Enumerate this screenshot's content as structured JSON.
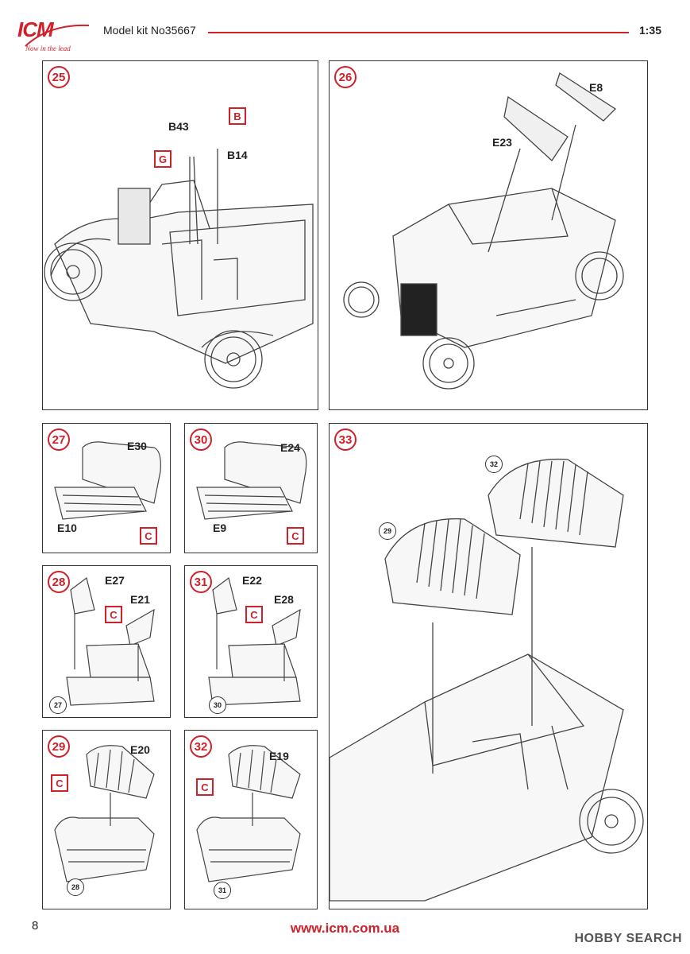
{
  "header": {
    "logo_text": "ICM",
    "logo_tagline": "Now in the lead",
    "kit_title": "Model kit No35667",
    "scale": "1:35"
  },
  "steps": {
    "s25": {
      "number": "25",
      "parts": [
        "B43",
        "B14"
      ],
      "tags": [
        "B",
        "G"
      ]
    },
    "s26": {
      "number": "26",
      "parts": [
        "E8",
        "E23"
      ]
    },
    "s27": {
      "number": "27",
      "parts": [
        "E30",
        "E10"
      ],
      "tags": [
        "C"
      ]
    },
    "s30": {
      "number": "30",
      "parts": [
        "E24",
        "E9"
      ],
      "tags": [
        "C"
      ]
    },
    "s28": {
      "number": "28",
      "parts": [
        "E27",
        "E21"
      ],
      "tags": [
        "C"
      ],
      "ref": "27"
    },
    "s31": {
      "number": "31",
      "parts": [
        "E22",
        "E28"
      ],
      "tags": [
        "C"
      ],
      "ref": "30"
    },
    "s29": {
      "number": "29",
      "parts": [
        "E20"
      ],
      "tags": [
        "C"
      ],
      "ref": "28"
    },
    "s32": {
      "number": "32",
      "parts": [
        "E19"
      ],
      "tags": [
        "C"
      ],
      "ref": "31"
    },
    "s33": {
      "number": "33",
      "refs": [
        "32",
        "29"
      ]
    }
  },
  "footer": {
    "page_number": "8",
    "url": "www.icm.com.ua",
    "watermark": "HOBBY SEARCH"
  }
}
